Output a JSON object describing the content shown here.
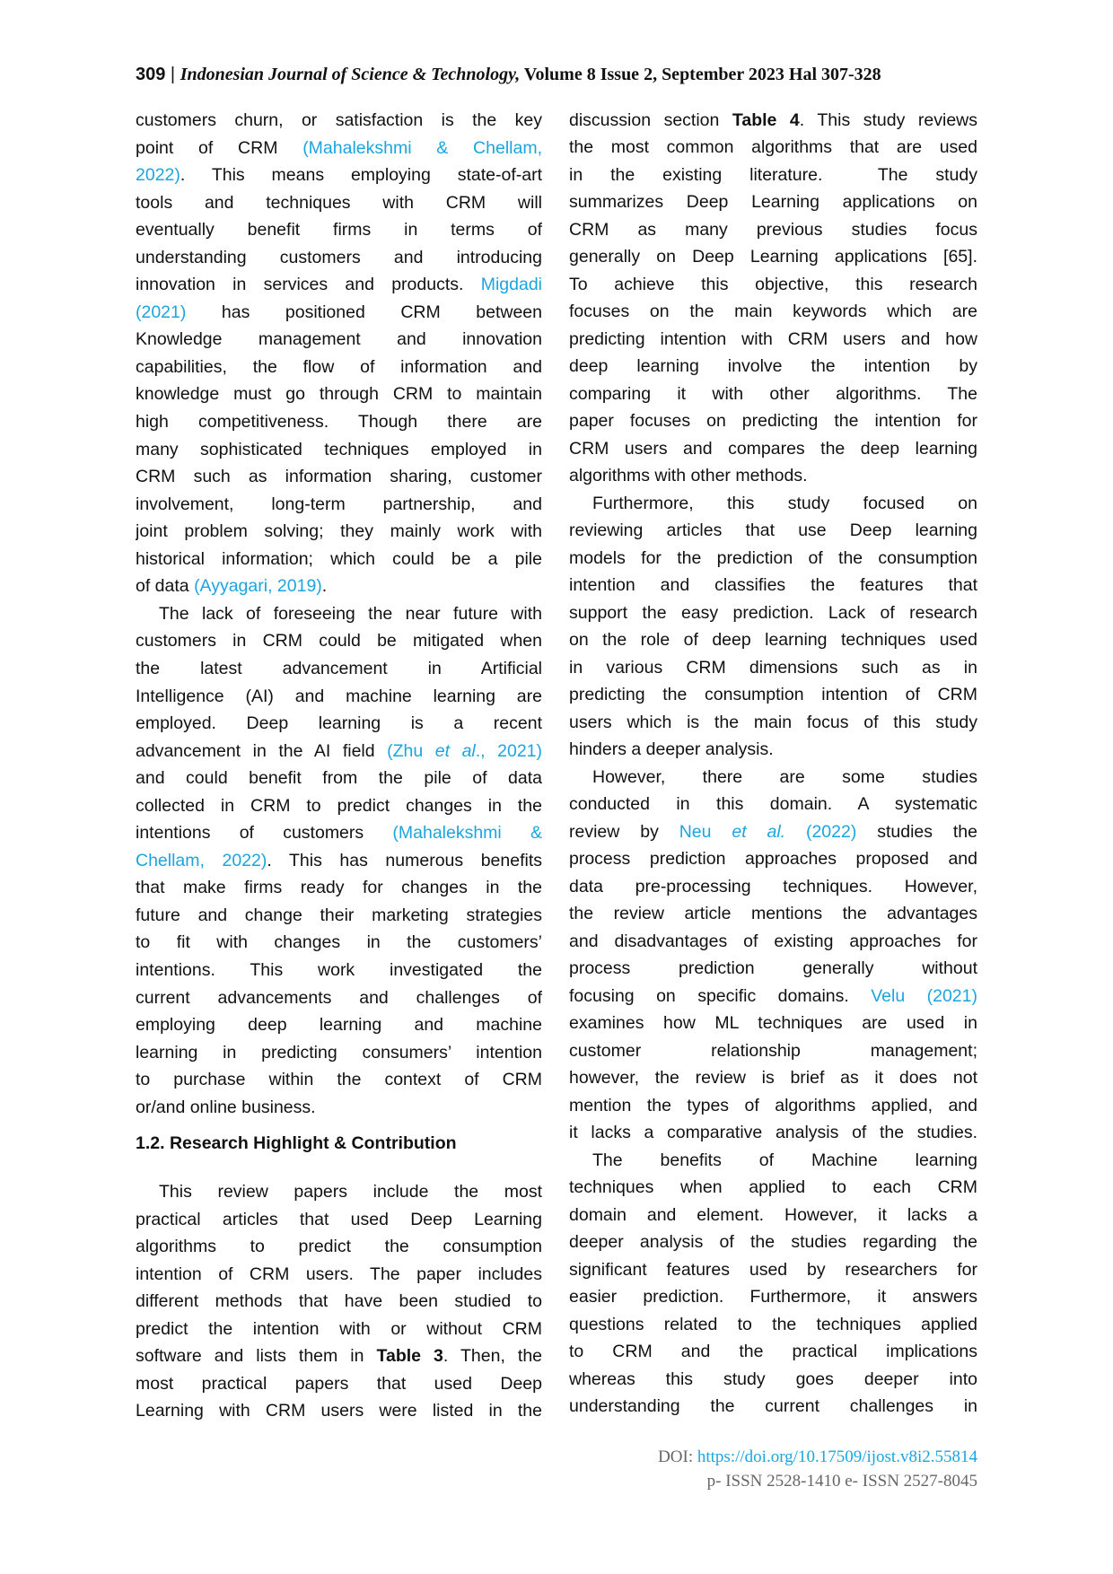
{
  "header": {
    "page_number": "309",
    "separator": " | ",
    "journal": "Indonesian Journal of Science & Technology,",
    "volume": " Volume 8 Issue 2, September 2023 Hal 307-328"
  },
  "colors": {
    "link": "#1ba5e0",
    "text": "#111111",
    "footer": "#666666"
  },
  "left_column": {
    "para1": [
      {
        "s": [
          [
            "customers churn, or satisfaction is the key",
            ""
          ]
        ]
      },
      {
        "s": [
          [
            "point of CRM ",
            ""
          ],
          [
            "(Mahalekshmi & Chellam,",
            "l"
          ]
        ]
      },
      {
        "s": [
          [
            "2022)",
            "l"
          ],
          [
            ". This means employing state-of-art",
            ""
          ]
        ]
      },
      {
        "s": [
          [
            "tools and techniques with CRM will",
            ""
          ]
        ]
      },
      {
        "s": [
          [
            "eventually benefit firms in terms of",
            ""
          ]
        ]
      },
      {
        "s": [
          [
            "understanding customers and introducing",
            ""
          ]
        ]
      },
      {
        "s": [
          [
            "innovation in services and products. ",
            ""
          ],
          [
            "Migdadi",
            "l"
          ]
        ]
      },
      {
        "s": [
          [
            "(2021)",
            "l"
          ],
          [
            " has positioned CRM between",
            ""
          ]
        ]
      },
      {
        "s": [
          [
            "Knowledge management and innovation",
            ""
          ]
        ]
      },
      {
        "s": [
          [
            "capabilities, the flow of information and",
            ""
          ]
        ]
      },
      {
        "s": [
          [
            "knowledge must go through CRM to maintain",
            ""
          ]
        ]
      },
      {
        "s": [
          [
            "high competitiveness. Though there are",
            ""
          ]
        ]
      },
      {
        "s": [
          [
            "many sophisticated techniques employed in",
            ""
          ]
        ]
      },
      {
        "s": [
          [
            "CRM such as information sharing, customer",
            ""
          ]
        ]
      },
      {
        "s": [
          [
            "involvement, long-term partnership, and",
            ""
          ]
        ]
      },
      {
        "s": [
          [
            "joint problem solving; they mainly work with",
            ""
          ]
        ]
      },
      {
        "s": [
          [
            "historical information; which could be a pile",
            ""
          ]
        ]
      },
      {
        "s": [
          [
            "of data ",
            ""
          ],
          [
            "(Ayyagari, 2019)",
            "l"
          ],
          [
            ".",
            ""
          ]
        ],
        "last": true
      },
      {
        "s": [
          [
            "The lack of foreseeing the near future with",
            ""
          ]
        ],
        "indent": true
      },
      {
        "s": [
          [
            "customers in CRM could be mitigated when",
            ""
          ]
        ]
      },
      {
        "s": [
          [
            "the latest advancement in Artificial",
            ""
          ]
        ]
      },
      {
        "s": [
          [
            "Intelligence (AI) and machine learning are",
            ""
          ]
        ]
      },
      {
        "s": [
          [
            "employed. Deep learning is a recent",
            ""
          ]
        ]
      },
      {
        "s": [
          [
            "advancement in the AI field ",
            ""
          ],
          [
            "(Zhu ",
            "l"
          ],
          [
            "et al",
            "li"
          ],
          [
            "., 2021)",
            "l"
          ]
        ]
      },
      {
        "s": [
          [
            "and could benefit from the pile of data",
            ""
          ]
        ]
      },
      {
        "s": [
          [
            "collected in CRM to predict changes in the",
            ""
          ]
        ]
      },
      {
        "s": [
          [
            "intentions of customers ",
            ""
          ],
          [
            "(Mahalekshmi &",
            "l"
          ]
        ]
      },
      {
        "s": [
          [
            "Chellam, 2022)",
            "l"
          ],
          [
            ". This has numerous benefits",
            ""
          ]
        ]
      },
      {
        "s": [
          [
            "that make firms ready for changes in the",
            ""
          ]
        ]
      },
      {
        "s": [
          [
            "future and change their marketing strategies",
            ""
          ]
        ]
      },
      {
        "s": [
          [
            "to fit with changes in the customers’",
            ""
          ]
        ]
      },
      {
        "s": [
          [
            "intentions. This work investigated the",
            ""
          ]
        ]
      },
      {
        "s": [
          [
            "current advancements and challenges of",
            ""
          ]
        ]
      },
      {
        "s": [
          [
            "employing deep learning and machine",
            ""
          ]
        ]
      },
      {
        "s": [
          [
            "learning in predicting consumers’ intention",
            ""
          ]
        ]
      },
      {
        "s": [
          [
            "to purchase within the context of CRM",
            ""
          ]
        ]
      },
      {
        "s": [
          [
            "or/and online business.",
            ""
          ]
        ],
        "last": true
      }
    ],
    "heading": "1.2. Research Highlight & Contribution",
    "para2": [
      {
        "s": [
          [
            "This review papers include the most",
            ""
          ]
        ],
        "indent": true
      },
      {
        "s": [
          [
            "practical articles that used Deep Learning",
            ""
          ]
        ]
      },
      {
        "s": [
          [
            "algorithms to predict the consumption",
            ""
          ]
        ]
      },
      {
        "s": [
          [
            "intention of CRM users. The paper includes",
            ""
          ]
        ]
      },
      {
        "s": [
          [
            "different methods that have been studied to",
            ""
          ]
        ]
      },
      {
        "s": [
          [
            "predict the intention with or without CRM",
            ""
          ]
        ]
      },
      {
        "s": [
          [
            "software and lists them in ",
            ""
          ],
          [
            "Table 3",
            "b"
          ],
          [
            ". Then, the",
            ""
          ]
        ]
      },
      {
        "s": [
          [
            "most practical papers that used Deep",
            ""
          ]
        ]
      },
      {
        "s": [
          [
            "Learning with CRM users were listed in the",
            ""
          ]
        ]
      }
    ]
  },
  "right_column": {
    "lines": [
      {
        "s": [
          [
            "discussion section ",
            ""
          ],
          [
            "Table 4",
            "b"
          ],
          [
            ". This study reviews",
            ""
          ]
        ]
      },
      {
        "s": [
          [
            "the most common algorithms that are used",
            ""
          ]
        ]
      },
      {
        "s": [
          [
            "in the existing literature.  The study",
            ""
          ]
        ]
      },
      {
        "s": [
          [
            "summarizes Deep Learning applications on",
            ""
          ]
        ]
      },
      {
        "s": [
          [
            "CRM as many previous studies focus",
            ""
          ]
        ]
      },
      {
        "s": [
          [
            "generally on Deep Learning applications [65].",
            ""
          ]
        ]
      },
      {
        "s": [
          [
            "To achieve this objective, this research",
            ""
          ]
        ]
      },
      {
        "s": [
          [
            "focuses on the main keywords which are",
            ""
          ]
        ]
      },
      {
        "s": [
          [
            "predicting intention with CRM users and how",
            ""
          ]
        ]
      },
      {
        "s": [
          [
            "deep learning involve the intention by",
            ""
          ]
        ]
      },
      {
        "s": [
          [
            "comparing it with other algorithms. The",
            ""
          ]
        ]
      },
      {
        "s": [
          [
            "paper focuses on predicting the intention for",
            ""
          ]
        ]
      },
      {
        "s": [
          [
            "CRM users and compares the deep learning",
            ""
          ]
        ]
      },
      {
        "s": [
          [
            "algorithms with other methods.",
            ""
          ]
        ],
        "last": true
      },
      {
        "s": [
          [
            "Furthermore, this study focused on",
            ""
          ]
        ],
        "indent": true
      },
      {
        "s": [
          [
            "reviewing articles that use Deep learning",
            ""
          ]
        ]
      },
      {
        "s": [
          [
            "models for the prediction of the consumption",
            ""
          ]
        ]
      },
      {
        "s": [
          [
            "intention and classifies the features that",
            ""
          ]
        ]
      },
      {
        "s": [
          [
            "support the easy prediction. Lack of research",
            ""
          ]
        ]
      },
      {
        "s": [
          [
            "on the role of deep learning techniques used",
            ""
          ]
        ]
      },
      {
        "s": [
          [
            "in various CRM dimensions such as in",
            ""
          ]
        ]
      },
      {
        "s": [
          [
            "predicting the consumption intention of CRM",
            ""
          ]
        ]
      },
      {
        "s": [
          [
            "users which is the main focus of this study",
            ""
          ]
        ]
      },
      {
        "s": [
          [
            "hinders a deeper analysis.",
            ""
          ]
        ],
        "last": true
      },
      {
        "s": [
          [
            "However, there are some studies",
            ""
          ]
        ],
        "indent": true
      },
      {
        "s": [
          [
            "conducted in this domain. A systematic",
            ""
          ]
        ]
      },
      {
        "s": [
          [
            "review by ",
            ""
          ],
          [
            "Neu ",
            "l"
          ],
          [
            "et al.",
            "li"
          ],
          [
            " (2022)",
            "l"
          ],
          [
            " studies the",
            ""
          ]
        ]
      },
      {
        "s": [
          [
            "process prediction approaches proposed and",
            ""
          ]
        ]
      },
      {
        "s": [
          [
            "data pre-processing techniques. However,",
            ""
          ]
        ]
      },
      {
        "s": [
          [
            "the review article mentions the advantages",
            ""
          ]
        ]
      },
      {
        "s": [
          [
            "and disadvantages of existing approaches for",
            ""
          ]
        ]
      },
      {
        "s": [
          [
            "process prediction generally without",
            ""
          ]
        ]
      },
      {
        "s": [
          [
            "focusing on specific domains. ",
            ""
          ],
          [
            "Velu (2021)",
            "l"
          ]
        ]
      },
      {
        "s": [
          [
            "examines how ML techniques are used in",
            ""
          ]
        ]
      },
      {
        "s": [
          [
            "customer relationship management;",
            ""
          ]
        ]
      },
      {
        "s": [
          [
            "however, the review is brief as it does not",
            ""
          ]
        ]
      },
      {
        "s": [
          [
            "mention the types of algorithms applied, and",
            ""
          ]
        ]
      },
      {
        "s": [
          [
            "it lacks a comparative analysis of the studies.",
            ""
          ]
        ]
      },
      {
        "s": [
          [
            "The benefits of Machine learning",
            ""
          ]
        ],
        "indent": true
      },
      {
        "s": [
          [
            "techniques when applied to each CRM",
            ""
          ]
        ]
      },
      {
        "s": [
          [
            "domain and element. However, it lacks a",
            ""
          ]
        ]
      },
      {
        "s": [
          [
            "deeper analysis of the studies regarding the",
            ""
          ]
        ]
      },
      {
        "s": [
          [
            "significant features used by researchers for",
            ""
          ]
        ]
      },
      {
        "s": [
          [
            "easier prediction. Furthermore, it answers",
            ""
          ]
        ]
      },
      {
        "s": [
          [
            "questions related to the techniques applied",
            ""
          ]
        ]
      },
      {
        "s": [
          [
            "to CRM and the practical implications",
            ""
          ]
        ]
      },
      {
        "s": [
          [
            "whereas this study goes deeper into",
            ""
          ]
        ]
      },
      {
        "s": [
          [
            "understanding the current challenges in",
            ""
          ]
        ]
      }
    ]
  },
  "footer": {
    "doi_label": "DOI: ",
    "doi_link": "https://doi.org/10.17509/ijost.v8i2.55814",
    "issn": "p- ISSN 2528-1410 e- ISSN 2527-8045"
  }
}
